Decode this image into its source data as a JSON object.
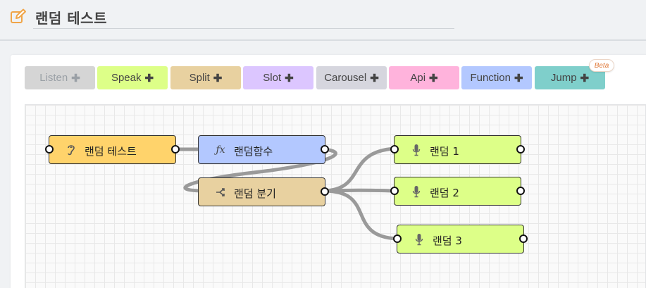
{
  "header": {
    "title": "랜덤 테스트",
    "icon": "edit-icon"
  },
  "toolbar": {
    "buttons": [
      {
        "label": "Listen",
        "color": "#d5d5d5",
        "disabled": true
      },
      {
        "label": "Speak",
        "color": "#ddff88"
      },
      {
        "label": "Split",
        "color": "#e8d1a0"
      },
      {
        "label": "Slot",
        "color": "#dcc6ff"
      },
      {
        "label": "Carousel",
        "color": "#d6d6de"
      },
      {
        "label": "Api",
        "color": "#ffb3dc"
      },
      {
        "label": "Function",
        "color": "#b3c8ff"
      },
      {
        "label": "Jump",
        "color": "#7fcfcb"
      }
    ],
    "plus": "✚",
    "beta": "Beta"
  },
  "nodes": [
    {
      "id": "listen",
      "label": "랜덤 테스트",
      "icon": "ear-icon",
      "color": "#ffd36b"
    },
    {
      "id": "function",
      "label": "랜덤함수",
      "icon": "function-icon",
      "color": "#b3c8ff"
    },
    {
      "id": "split",
      "label": "랜덤 분기",
      "icon": "split-icon",
      "color": "#e8d1a0"
    },
    {
      "id": "speak1",
      "label": "랜덤 1",
      "icon": "microphone-icon",
      "color": "#ddff88"
    },
    {
      "id": "speak2",
      "label": "랜덤 2",
      "icon": "microphone-icon",
      "color": "#ddff88"
    },
    {
      "id": "speak3",
      "label": "랜덤 3",
      "icon": "microphone-icon",
      "color": "#ddff88"
    }
  ]
}
